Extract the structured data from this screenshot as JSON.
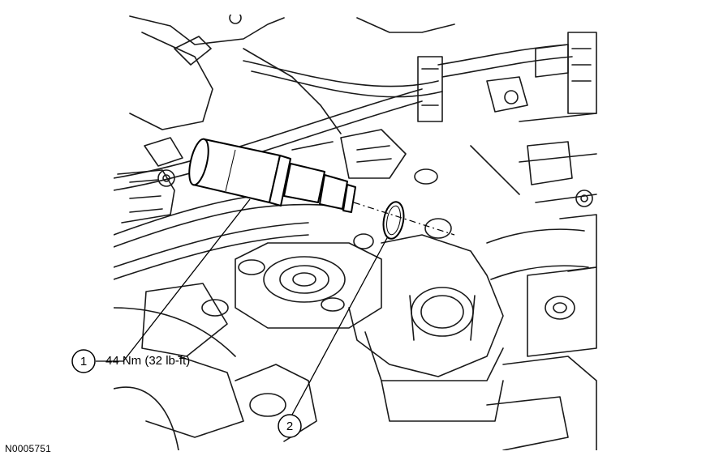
{
  "figure_id": "N0005751",
  "callouts": [
    {
      "number": "1",
      "text": "44 Nm (32 lb-ft)"
    },
    {
      "number": "2",
      "text": ""
    }
  ]
}
